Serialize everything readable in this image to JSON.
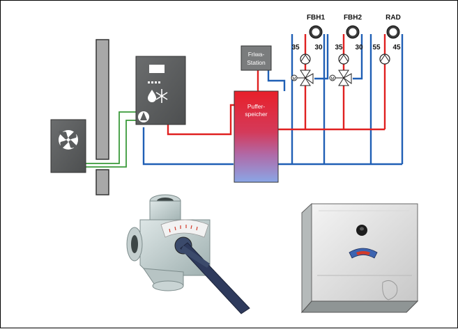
{
  "diagram": {
    "colors": {
      "supply": "#e02020",
      "return": "#1f5fb5",
      "green": "#3a9a3a",
      "device": "#5b5d5e",
      "buffer_top": "#e8202a",
      "buffer_bottom": "#8aa6e6"
    },
    "frischwasser_station": {
      "line1": "Friwa-",
      "line2": "Station"
    },
    "buffer_tank": {
      "line1": "Puffer-",
      "line2": "speicher"
    },
    "circuits": [
      {
        "name": "FBH1",
        "supply_temp": "35",
        "return_temp": "30"
      },
      {
        "name": "FBH2",
        "supply_temp": "35",
        "return_temp": "30"
      },
      {
        "name": "RAD",
        "supply_temp": "55",
        "return_temp": "45"
      }
    ],
    "icons": {
      "outdoor_unit": "fan-icon",
      "indoor_unit": "snowflake-drop-icon",
      "pump": "pump-icon",
      "thermometer": "thermometer-icon",
      "mixing_valve": "three-way-valve-icon"
    }
  },
  "products": {
    "valve": {
      "name": "4-way-mixing-valve"
    },
    "actuator": {
      "name": "valve-actuator"
    }
  }
}
